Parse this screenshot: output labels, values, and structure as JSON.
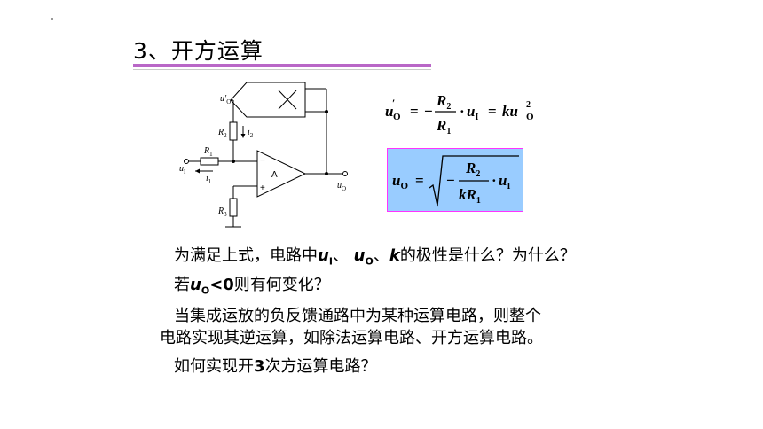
{
  "slide": {
    "title": "3、开方运算"
  },
  "circuit": {
    "label_uo_prime": "u′",
    "label_uo_prime_sub": "O",
    "label_r2": "R",
    "label_r2_sub": "2",
    "label_i2": "i",
    "label_i2_sub": "2",
    "label_r1": "R",
    "label_r1_sub": "1",
    "label_ui": "u",
    "label_ui_sub": "I",
    "label_i1": "i",
    "label_i1_sub": "1",
    "label_r3": "R",
    "label_r3_sub": "3",
    "label_minus": "−",
    "label_plus": "+",
    "label_amp": "A",
    "label_uo": "u",
    "label_uo_sub": "O"
  },
  "equations": {
    "eq1_lhs_u": "u",
    "eq1_lhs_sup": "′",
    "eq1_lhs_sub": "O",
    "eq1_eq": "=",
    "eq1_minus": "−",
    "eq1_num": "R",
    "eq1_num_sub": "2",
    "eq1_den": "R",
    "eq1_den_sub": "1",
    "eq1_dot": "·",
    "eq1_ui": "u",
    "eq1_ui_sub": "I",
    "eq1_eq2": "=",
    "eq1_k": "ku",
    "eq1_k_sup": "2",
    "eq1_k_sub": "O",
    "eq2_lhs": "u",
    "eq2_lhs_sub": "O",
    "eq2_eq": "=",
    "eq2_minus": "−",
    "eq2_num": "R",
    "eq2_num_sub": "2",
    "eq2_den": "kR",
    "eq2_den_sub": "1",
    "eq2_dot": "·",
    "eq2_ui": "u",
    "eq2_ui_sub": "I"
  },
  "body": {
    "line1_a": "为满足上式，电路中",
    "line1_u1": "u",
    "line1_u1_sub": "I",
    "line1_b": "、",
    "line1_uo": "u",
    "line1_uo_sub": "O",
    "line1_c": "、",
    "line1_k": "k",
    "line1_d": "的极性是什么？为什么？",
    "line2_a": "若",
    "line2_u": "u",
    "line2_sub": "O",
    "line2_b": "<0",
    "line2_c": "则有何变化？",
    "line3": "当集成运放的负反馈通路中为某种运算电路，则整个",
    "line4": "电路实现其逆运算，如除法运算电路、开方运算电路。",
    "line5_a": "如何实现开",
    "line5_b": "3",
    "line5_c": "次方运算电路？"
  }
}
